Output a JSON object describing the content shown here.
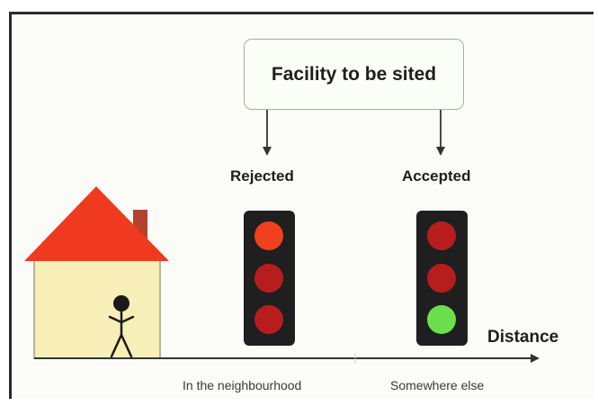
{
  "facility": {
    "title": "Facility to be sited"
  },
  "labels": {
    "rejected": "Rejected",
    "accepted": "Accepted",
    "distance": "Distance",
    "neighbourhood": "In the neighbourhood",
    "elsewhere": "Somewhere else"
  },
  "colors": {
    "roof": "#f03a1f",
    "chimney": "#b5432c",
    "wall": "#f8efb8",
    "wall_border": "#a8a070",
    "light_housing": "#1f1f1f",
    "light_red_lit": "#f0401e",
    "light_red_dim": "#b81d1d",
    "light_green_lit": "#6be04c",
    "arrow": "#333333"
  },
  "traffic_lights": {
    "rejected": [
      "red-lit",
      "red-dim",
      "red-dim"
    ],
    "accepted": [
      "red-dim",
      "red-dim",
      "green-lit"
    ]
  }
}
